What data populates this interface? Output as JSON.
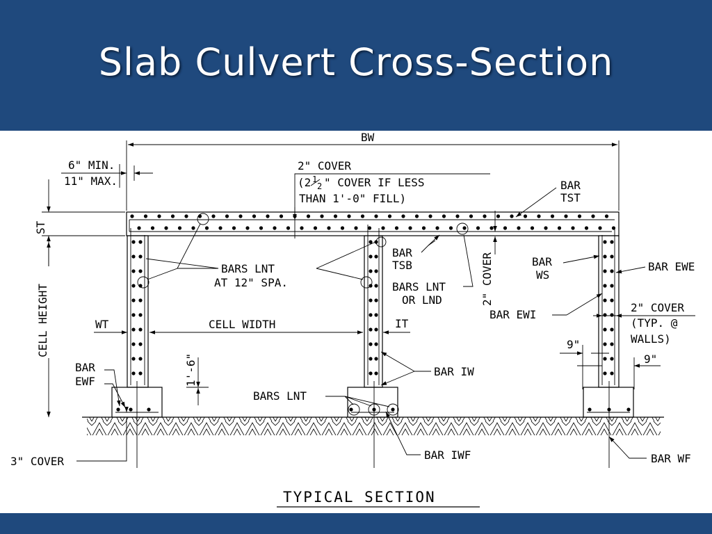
{
  "slide": {
    "title": "Slab Culvert Cross-Section"
  },
  "colors": {
    "background": "#1f497d",
    "drawing": "#ffffff",
    "ink": "#000000"
  },
  "drawing": {
    "labels": {
      "bw": "BW",
      "min6": "6\" MIN.",
      "max11": "11\" MAX.",
      "cover2": "2\" COVER",
      "cover25_a": "(2",
      "cover25_frac": "1",
      "cover25_den": "2",
      "cover25_b": "\" COVER IF LESS",
      "cover25_c": "THAN 1'-0\" FILL)",
      "bar_tst_1": "BAR",
      "bar_tst_2": "TST",
      "st": "ST",
      "cell_height": "CELL HEIGHT",
      "bars_lnt_1": "BARS LNT",
      "bars_lnt_2": "AT 12\" SPA.",
      "bar_tsb_1": "BAR",
      "bar_tsb_2": "TSB",
      "bars_lnt_lnd_1": "BARS LNT",
      "bars_lnt_lnd_2": "OR LND",
      "cover2_vert": "2\" COVER",
      "bar_ws_1": "BAR",
      "bar_ws_2": "WS",
      "bar_ewe": "BAR EWE",
      "bar_ewi": "BAR EWI",
      "cover2_walls_1": "2\" COVER",
      "cover2_walls_2": "(TYP. @",
      "cover2_walls_3": "WALLS)",
      "wt": "WT",
      "cell_width": "CELL WIDTH",
      "it": "IT",
      "nine_1": "9\"",
      "nine_2": "9\"",
      "bar_ewf_1": "BAR",
      "bar_ewf_2": "EWF",
      "one_six": "1'-6\"",
      "bar_iw": "BAR IW",
      "bars_lnt_bottom": "BARS LNT",
      "cover3": "3\" COVER",
      "bar_iwf": "BAR IWF",
      "bar_wf": "BAR WF",
      "typical_section": "TYPICAL SECTION"
    }
  }
}
